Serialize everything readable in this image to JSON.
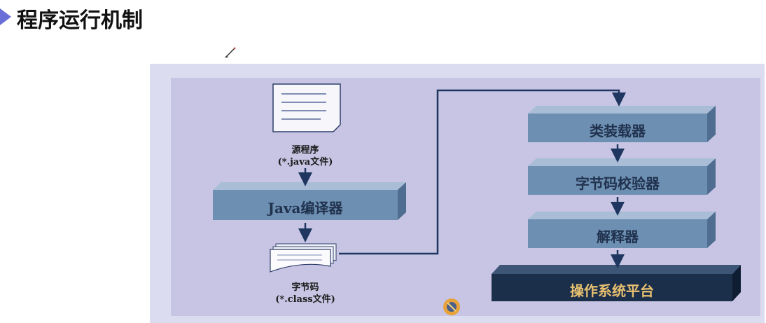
{
  "header": {
    "title": "程序运行机制",
    "marker_color": "#6a6fd8"
  },
  "diagram": {
    "source_label_1": "源程序",
    "source_label_2": "(*.java文件)",
    "compiler": "Java编译器",
    "bytecode_label_1": "字节码",
    "bytecode_label_2": "(*.class文件)",
    "class_loader": "类装载器",
    "bytecode_verifier": "字节码校验器",
    "interpreter": "解释器",
    "os_platform": "操作系统平台"
  },
  "colors": {
    "panel": "#c7c5e3",
    "box": "#6d8fb2",
    "dark_box": "#1b2f4b",
    "arrow": "#1f3660"
  },
  "icons": {
    "pen": "pen-icon",
    "play": "play-marker-icon",
    "cursor": "cursor-icon"
  }
}
